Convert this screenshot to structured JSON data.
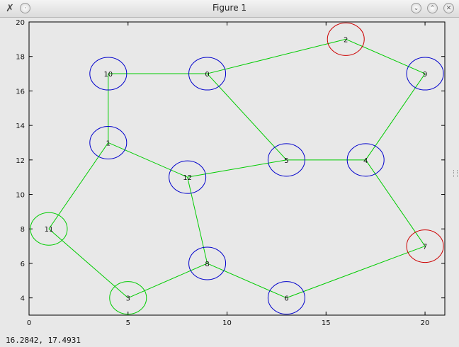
{
  "window": {
    "title": "Figure 1",
    "app_icon": "x-logo-icon",
    "buttons": [
      {
        "name": "menu-button",
        "glyph": "·"
      },
      {
        "name": "minimize-button",
        "glyph": "⌄"
      },
      {
        "name": "maximize-button",
        "glyph": "⌃"
      },
      {
        "name": "close-button",
        "glyph": "✕"
      }
    ]
  },
  "status": {
    "coords": "16.2842,  17.4931"
  },
  "colors": {
    "background": "#e8e8e8",
    "edge": "#00cc00",
    "node_blue": "#0000cc",
    "node_red": "#cc0000",
    "node_green": "#00cc00"
  },
  "chart_data": {
    "type": "scatter",
    "title": "",
    "xlabel": "",
    "ylabel": "",
    "xlim": [
      0,
      21
    ],
    "ylim": [
      3,
      20
    ],
    "xticks": [
      0,
      5,
      10,
      15,
      20
    ],
    "yticks": [
      4,
      6,
      8,
      10,
      12,
      14,
      16,
      18,
      20
    ],
    "grid": false,
    "nodes": [
      {
        "id": "0",
        "x": 9,
        "y": 17,
        "color": "blue"
      },
      {
        "id": "1",
        "x": 4,
        "y": 13,
        "color": "blue"
      },
      {
        "id": "2",
        "x": 16,
        "y": 19,
        "color": "red"
      },
      {
        "id": "3",
        "x": 5,
        "y": 4,
        "color": "green"
      },
      {
        "id": "4",
        "x": 17,
        "y": 12,
        "color": "blue"
      },
      {
        "id": "5",
        "x": 13,
        "y": 12,
        "color": "blue"
      },
      {
        "id": "6",
        "x": 13,
        "y": 4,
        "color": "blue"
      },
      {
        "id": "7",
        "x": 20,
        "y": 7,
        "color": "red"
      },
      {
        "id": "8",
        "x": 9,
        "y": 6,
        "color": "blue"
      },
      {
        "id": "9",
        "x": 20,
        "y": 17,
        "color": "blue"
      },
      {
        "id": "10",
        "x": 4,
        "y": 17,
        "color": "blue"
      },
      {
        "id": "11",
        "x": 1,
        "y": 8,
        "color": "green"
      },
      {
        "id": "12",
        "x": 8,
        "y": 11,
        "color": "blue"
      }
    ],
    "edges": [
      [
        "10",
        "0"
      ],
      [
        "0",
        "2"
      ],
      [
        "2",
        "9"
      ],
      [
        "0",
        "5"
      ],
      [
        "9",
        "4"
      ],
      [
        "5",
        "4"
      ],
      [
        "4",
        "7"
      ],
      [
        "10",
        "1"
      ],
      [
        "1",
        "12"
      ],
      [
        "12",
        "5"
      ],
      [
        "12",
        "8"
      ],
      [
        "1",
        "11"
      ],
      [
        "11",
        "3"
      ],
      [
        "3",
        "8"
      ],
      [
        "8",
        "6"
      ],
      [
        "6",
        "7"
      ]
    ]
  }
}
